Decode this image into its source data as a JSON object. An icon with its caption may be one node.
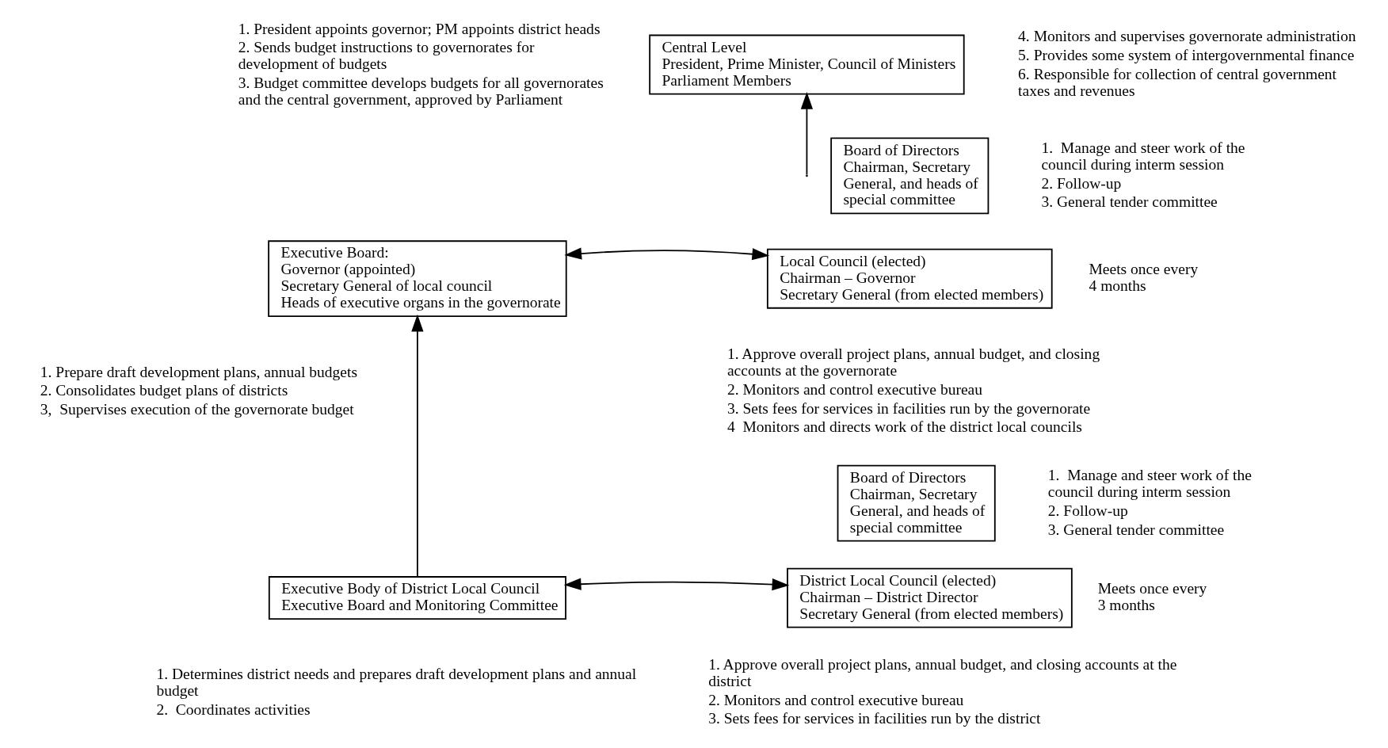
{
  "diagram": {
    "nodes": [
      {
        "text": [
          "Central Level",
          "President, Prime Minister, Council of Ministers",
          "Parliament Members"
        ],
        "beside": [
          "1. President appoints governor; PM appoints district heads",
          "2. Sends budget instructions to governorates for development of budgets",
          "3. Budget committee develops budgets for all governorates and the central government, approved by Parliament",
          "4. Monitors and supervises governorate administration",
          "5. Provides some system of intergovernmental finance",
          "6. Responsible for collection of central government taxes and revenues"
        ]
      },
      {
        "text": [
          "Board of Directors",
          "Chairman, Secretary General, and heads of special committee"
        ],
        "beside": [
          "1.  Manage and steer work of the council during interm session",
          "2. Follow-up",
          "3. General tender committee"
        ]
      },
      {
        "text": [
          "Executive Board:",
          "Governor (appointed)",
          "Secretary General of local council",
          "Heads of executive organs in the governorate"
        ],
        "beside": [
          "1. Prepare draft development plans, annual budgets",
          "2. Consolidates budget plans of districts",
          "3,  Supervises execution of the governorate budget"
        ]
      },
      {
        "text": [
          "Local Council (elected)",
          "Chairman – Governor",
          "Secretary General (from elected members)"
        ],
        "beside": [
          "Meets once every 4 months",
          "1. Approve overall project plans, annual budget, and closing accounts at the governorate",
          "2. Monitors and control executive bureau",
          "3. Sets fees for services in facilities run by the governorate",
          "4  Monitors and directs work of the district local councils"
        ]
      },
      {
        "text": [
          "Board of Directors",
          "Chairman, Secretary General, and heads of special committee"
        ],
        "beside": [
          "1.  Manage and steer work of the council during interm session",
          "2. Follow-up",
          "3. General tender committee"
        ]
      },
      {
        "text": [
          "Executive Body of District Local Council",
          "Executive Board and Monitoring Committee"
        ],
        "beside": [
          "1. Determines district needs and prepares draft development plans and annual budget",
          "2.  Coordinates activities"
        ]
      },
      {
        "text": [
          "District Local Council (elected)",
          "Chairman – District Director",
          "Secretary General (from elected members)"
        ],
        "beside": [
          "Meets once every 3 months",
          "1. Approve overall project plans, annual budget, and closing accounts at the district",
          "2. Monitors and control executive bureau",
          "3. Sets fees for services in facilities run by the district"
        ]
      }
    ],
    "edges": [
      {
        "from": null,
        "to": 0,
        "arrow": "to"
      },
      {
        "from": 2,
        "to": 3,
        "arrow": "both"
      },
      {
        "from": 5,
        "to": 2,
        "arrow": "to"
      },
      {
        "from": 5,
        "to": 6,
        "arrow": "both"
      }
    ]
  }
}
